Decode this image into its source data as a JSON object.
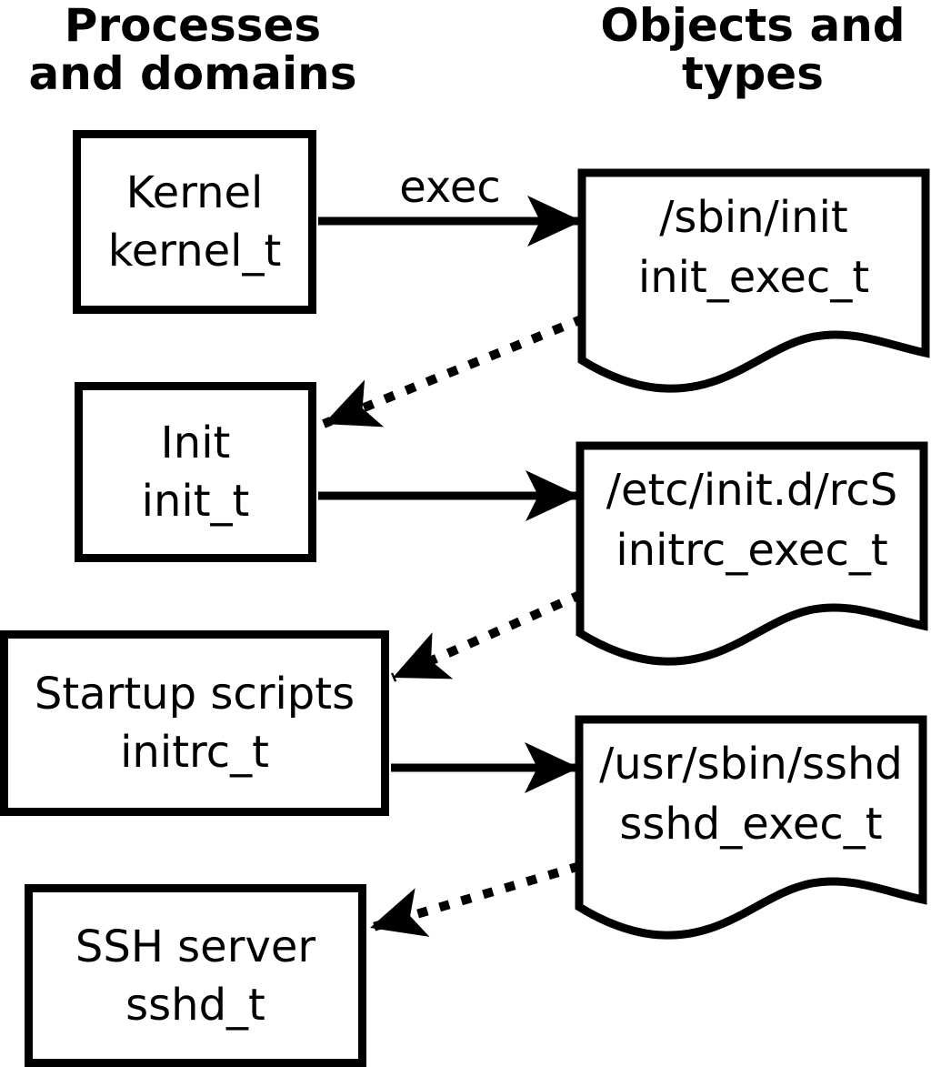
{
  "headers": {
    "left_line1": "Processes",
    "left_line2": "and domains",
    "right_line1": "Objects and",
    "right_line2": "types"
  },
  "processes": [
    {
      "name": "Kernel",
      "domain": "kernel_t"
    },
    {
      "name": "Init",
      "domain": "init_t"
    },
    {
      "name": "Startup scripts",
      "domain": "initrc_t"
    },
    {
      "name": "SSH server",
      "domain": "sshd_t"
    }
  ],
  "objects": [
    {
      "path": "/sbin/init",
      "type": "init_exec_t"
    },
    {
      "path": "/etc/init.d/rcS",
      "type": "initrc_exec_t"
    },
    {
      "path": "/usr/sbin/sshd",
      "type": "sshd_exec_t"
    }
  ],
  "labels": {
    "exec": "exec"
  },
  "colors": {
    "ink": "#000000",
    "background": "#ffffff"
  }
}
